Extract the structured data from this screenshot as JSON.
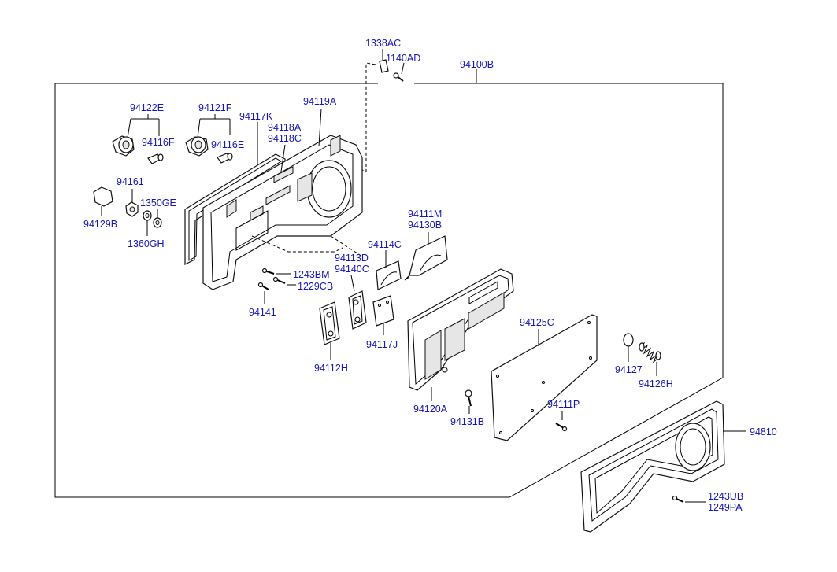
{
  "labels": {
    "p1338AC": "1338AC",
    "p1140AD": "1140AD",
    "p94100B": "94100B",
    "p94122E": "94122E",
    "p94121F": "94121F",
    "p94117K": "94117K",
    "p94119A": "94119A",
    "p94118A": "94118A",
    "p94118C": "94118C",
    "p94116F": "94116F",
    "p94116E": "94116E",
    "p94161": "94161",
    "p1350GE": "1350GE",
    "p94129B": "94129B",
    "p1360GH": "1360GH",
    "p94111M": "94111M",
    "p94130B": "94130B",
    "p94114C": "94114C",
    "p94113D": "94113D",
    "p94140C": "94140C",
    "p1243BM": "1243BM",
    "p1229CB": "1229CB",
    "p94141": "94141",
    "p94117J": "94117J",
    "p94112H": "94112H",
    "p94125C": "94125C",
    "p94127": "94127",
    "p94126H": "94126H",
    "p94120A": "94120A",
    "p94131B": "94131B",
    "p94111P": "94111P",
    "p94810": "94810",
    "p1243UB": "1243UB",
    "p1249PA": "1249PA"
  },
  "colors": {
    "label": "#1515b8",
    "line": "#000000",
    "background": "#ffffff"
  }
}
